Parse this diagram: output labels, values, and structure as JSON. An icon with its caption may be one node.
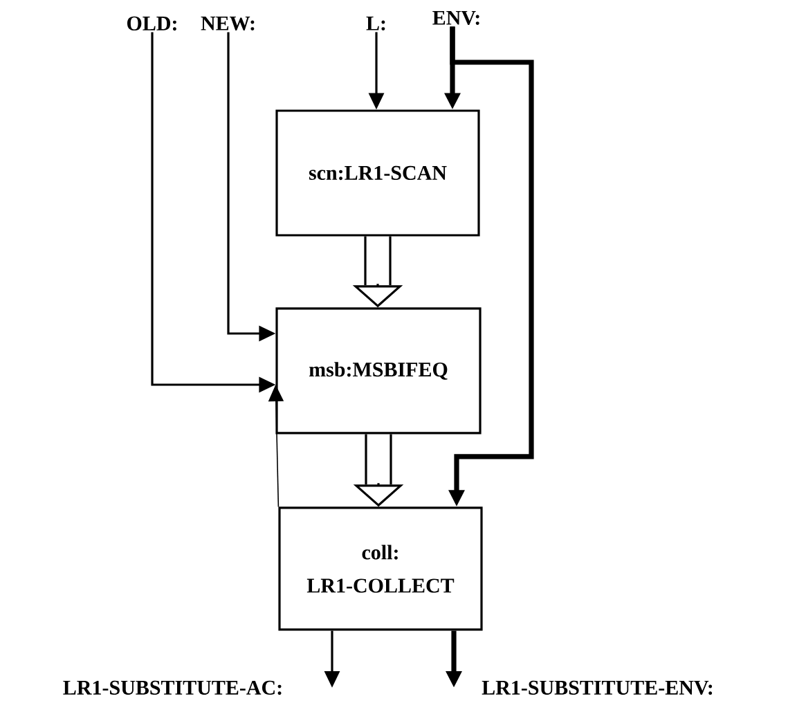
{
  "diagram": {
    "nodes": [
      {
        "text": [
          "OLD:"
        ]
      },
      {
        "text": [
          "NEW:"
        ]
      },
      {
        "text": [
          "L:"
        ]
      },
      {
        "text": [
          "ENV:"
        ]
      },
      {
        "text": [
          "scn:LR1-SCAN"
        ]
      },
      {
        "text": [
          "msb:MSBIFEQ"
        ]
      },
      {
        "text": [
          "coll: LR1-COLLECT"
        ]
      },
      {
        "text": [
          "LR1-SUBSTITUTE-AC:"
        ]
      },
      {
        "text": [
          "LR1-SUBSTITUTE-ENV:"
        ]
      }
    ],
    "edges": [
      {
        "from": 0,
        "to": 5,
        "arrow": "to"
      },
      {
        "from": 1,
        "to": 5,
        "arrow": "to"
      },
      {
        "from": 2,
        "to": 4,
        "arrow": "to"
      },
      {
        "from": 3,
        "to": 4,
        "arrow": "to",
        "style": "thick"
      },
      {
        "from": 3,
        "to": 6,
        "arrow": "to",
        "style": "thick"
      },
      {
        "from": 4,
        "to": 5,
        "arrow": "to"
      },
      {
        "from": 5,
        "to": 6,
        "arrow": "to"
      },
      {
        "from": 6,
        "to": 5,
        "arrow": "to"
      },
      {
        "from": 6,
        "to": 7,
        "arrow": "to"
      },
      {
        "from": 6,
        "to": 8,
        "arrow": "to",
        "style": "thick"
      }
    ]
  }
}
